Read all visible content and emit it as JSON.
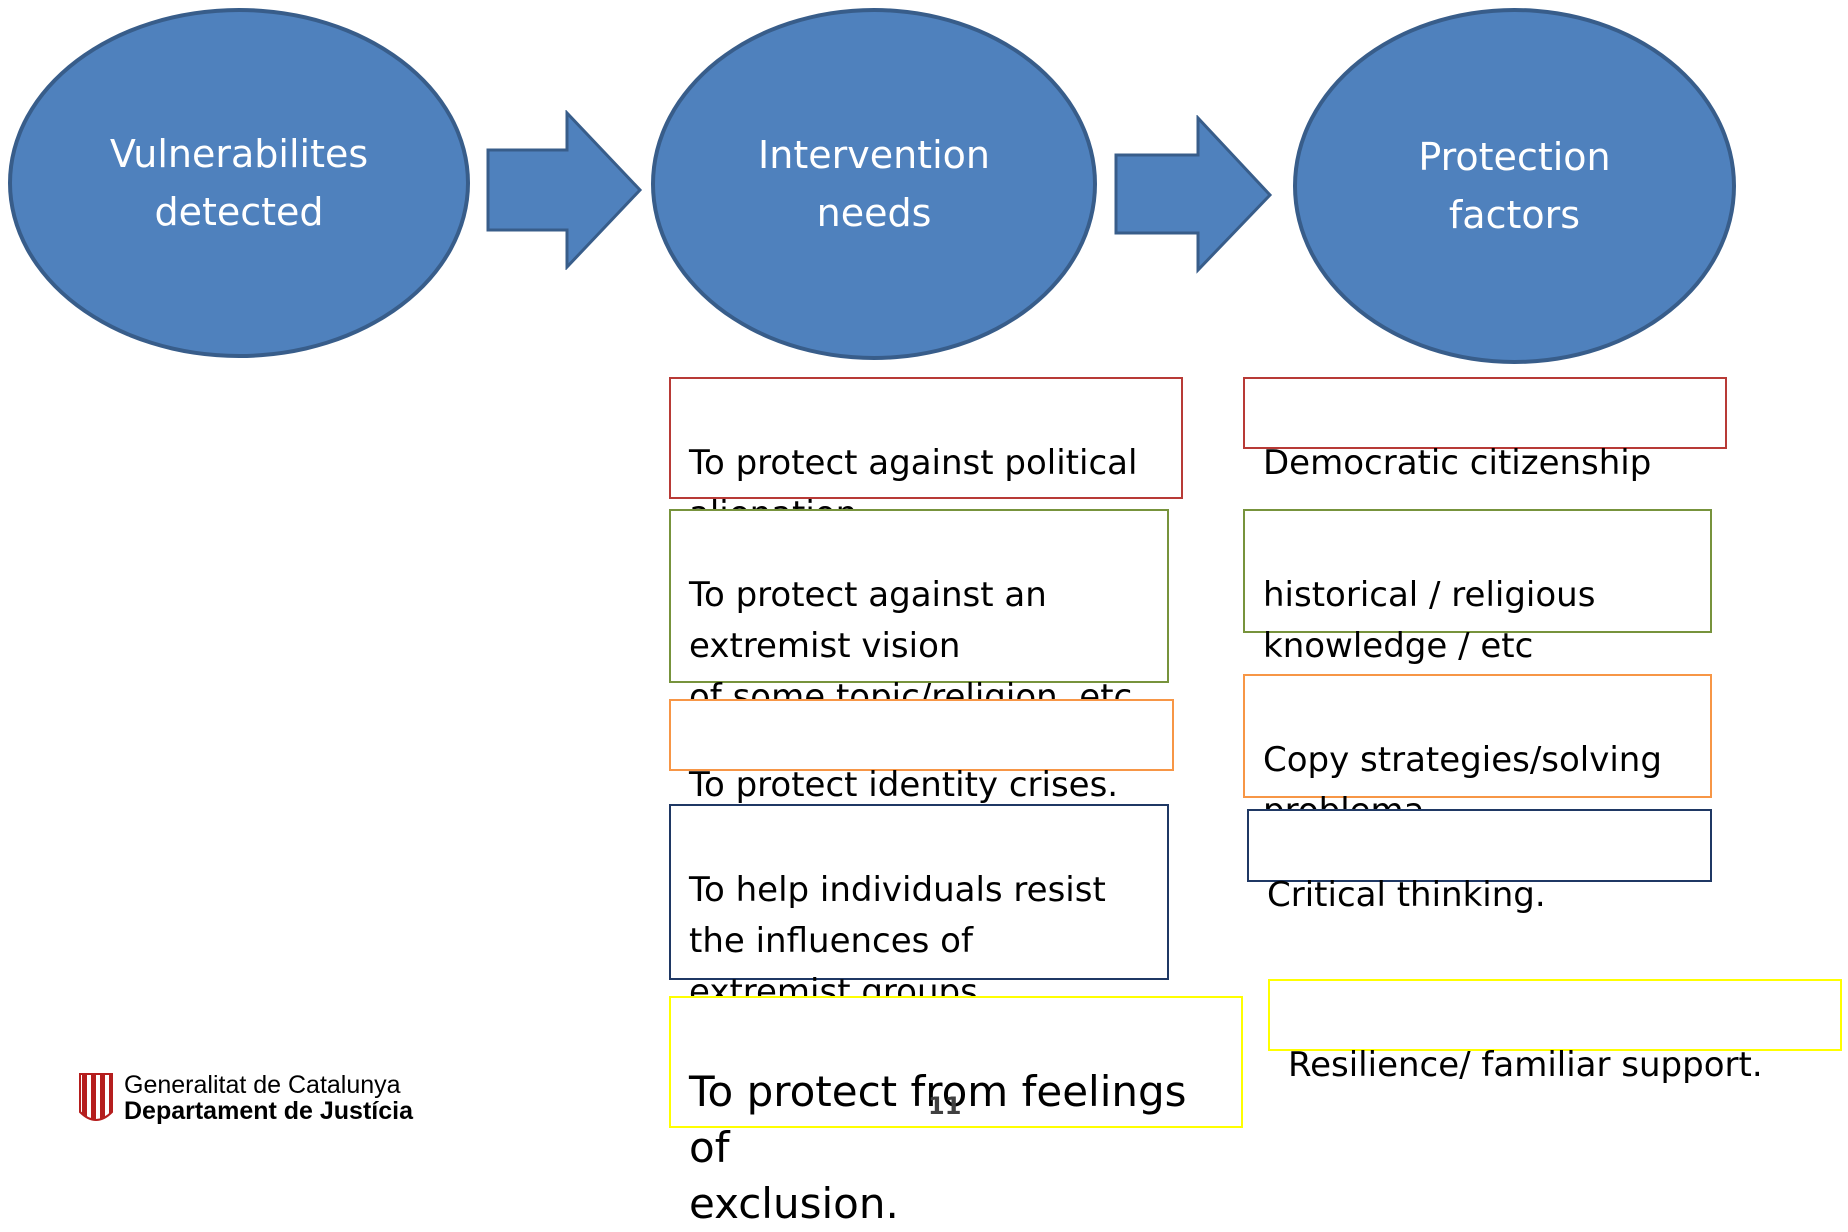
{
  "stages": [
    {
      "label": "Vulnerabilites\ndetected"
    },
    {
      "label": "Intervention\nneeds"
    },
    {
      "label": "Protection\nfactors"
    }
  ],
  "intervention_needs": [
    {
      "text": "To protect against political\nalienation",
      "color": "#b83a36"
    },
    {
      "text": "To protect against an\nextremist vision\nof some topic/religion, etc",
      "color": "#77933c"
    },
    {
      "text": "To protect identity crises.",
      "color": "#f79646"
    },
    {
      "text": "To help individuals resist\nthe influences of\nextremist groups.",
      "color": "#1f3864"
    },
    {
      "text": "To protect from feelings of\nexclusion.",
      "color": "#ffff00"
    }
  ],
  "protection_factors": [
    {
      "text": "Democratic citizenship",
      "color": "#b83a36"
    },
    {
      "text": "historical / religious\nknowledge / etc",
      "color": "#77933c"
    },
    {
      "text": "Copy strategies/solving\nproblema.",
      "color": "#f79646"
    },
    {
      "text": "Critical thinking.",
      "color": "#1f3864"
    },
    {
      "text": "Resilience/ familiar support.",
      "color": "#ffff00"
    }
  ],
  "page_number": "11",
  "logo": {
    "line1": "Generalitat de Catalunya",
    "line2": "Departament de Justícia"
  },
  "colors": {
    "ellipse_fill": "#4f81bd",
    "ellipse_border": "#385d8a"
  }
}
